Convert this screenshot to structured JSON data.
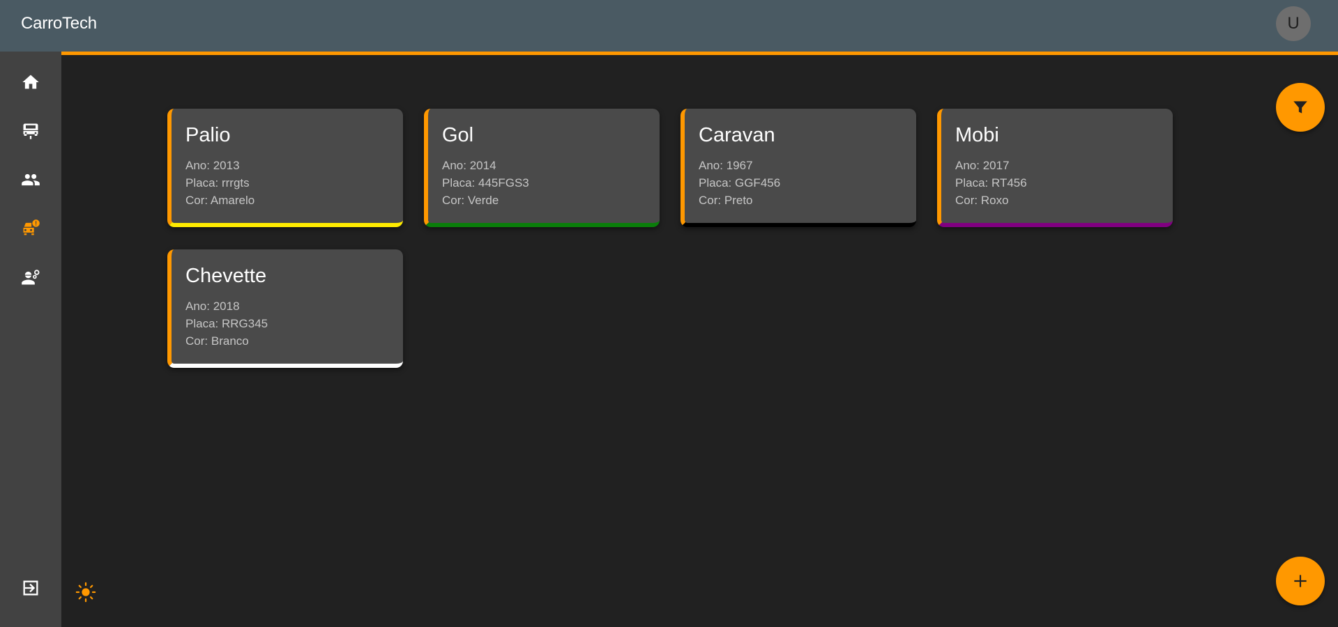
{
  "header": {
    "title": "CarroTech",
    "avatar_initial": "U"
  },
  "sidebar": {
    "items": [
      {
        "name": "home",
        "icon": "home-icon",
        "active": false
      },
      {
        "name": "cars",
        "icon": "car-icon",
        "active": false
      },
      {
        "name": "clients",
        "icon": "people-icon",
        "active": false
      },
      {
        "name": "car-issues",
        "icon": "car-alert-icon",
        "active": true
      },
      {
        "name": "mechanics",
        "icon": "engineer-icon",
        "active": false
      }
    ],
    "logout_icon": "logout-icon"
  },
  "labels": {
    "year": "Ano:",
    "plate": "Placa:",
    "color": "Cor:"
  },
  "cars": [
    {
      "model": "Palio",
      "year": "2013",
      "plate": "rrrgts",
      "color_name": "Amarelo",
      "color_hex": "#ffeb00"
    },
    {
      "model": "Gol",
      "year": "2014",
      "plate": "445FGS3",
      "color_name": "Verde",
      "color_hex": "#0a7d0a"
    },
    {
      "model": "Caravan",
      "year": "1967",
      "plate": "GGF456",
      "color_name": "Preto",
      "color_hex": "#000000"
    },
    {
      "model": "Mobi",
      "year": "2017",
      "plate": "RT456",
      "color_name": "Roxo",
      "color_hex": "#800080"
    },
    {
      "model": "Chevette",
      "year": "2018",
      "plate": "RRG345",
      "color_name": "Branco",
      "color_hex": "#ffffff"
    }
  ],
  "actions": {
    "filter_icon": "filter-icon",
    "add_icon": "plus-icon",
    "theme_icon": "sun-icon"
  },
  "colors": {
    "accent": "#ff9800",
    "topbar": "#4a5a63",
    "sidebar": "#424242",
    "background": "#212121",
    "card": "#4a4a4a"
  }
}
